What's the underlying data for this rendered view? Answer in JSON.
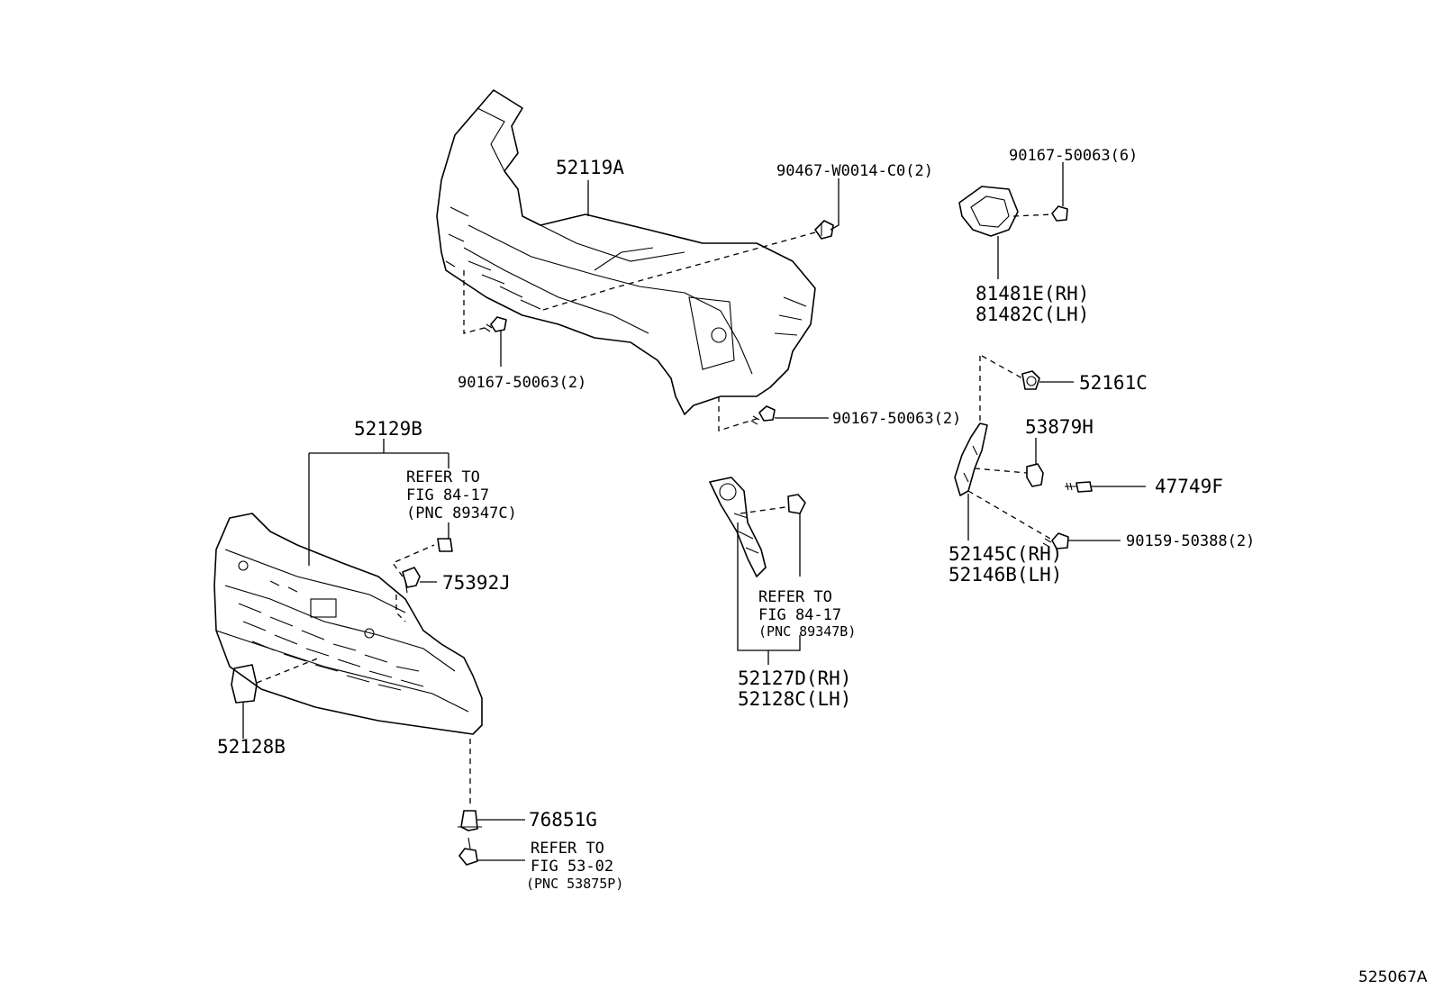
{
  "diagram": {
    "drawing_number": "525067A",
    "parts": {
      "p52119A": "52119A",
      "p90467": "90467-W0014-C0(2)",
      "p90167_top": "90167-50063(6)",
      "p81481E": "81481E(RH)",
      "p81482C": "81482C(LH)",
      "p90167_left": "90167-50063(2)",
      "p90167_mid": "90167-50063(2)",
      "p52161C": "52161C",
      "p53879H": "53879H",
      "p47749F": "47749F",
      "p90159": "90159-50388(2)",
      "p52145C": "52145C(RH)",
      "p52146B": "52146B(LH)",
      "p52129B": "52129B",
      "p75392J": "75392J",
      "p52128B": "52128B",
      "p76851G": "76851G",
      "p52127D": "52127D(RH)",
      "p52128C": "52128C(LH)"
    },
    "refs": {
      "ref1": {
        "l1": "REFER TO",
        "l2": "FIG 84-17",
        "l3": "(PNC 89347C)"
      },
      "ref2": {
        "l1": "REFER TO",
        "l2": "FIG 84-17",
        "l3": "(PNC 89347B)"
      },
      "ref3": {
        "l1": "REFER TO",
        "l2": "FIG 53-02",
        "l3": "(PNC 53875P)"
      }
    }
  }
}
